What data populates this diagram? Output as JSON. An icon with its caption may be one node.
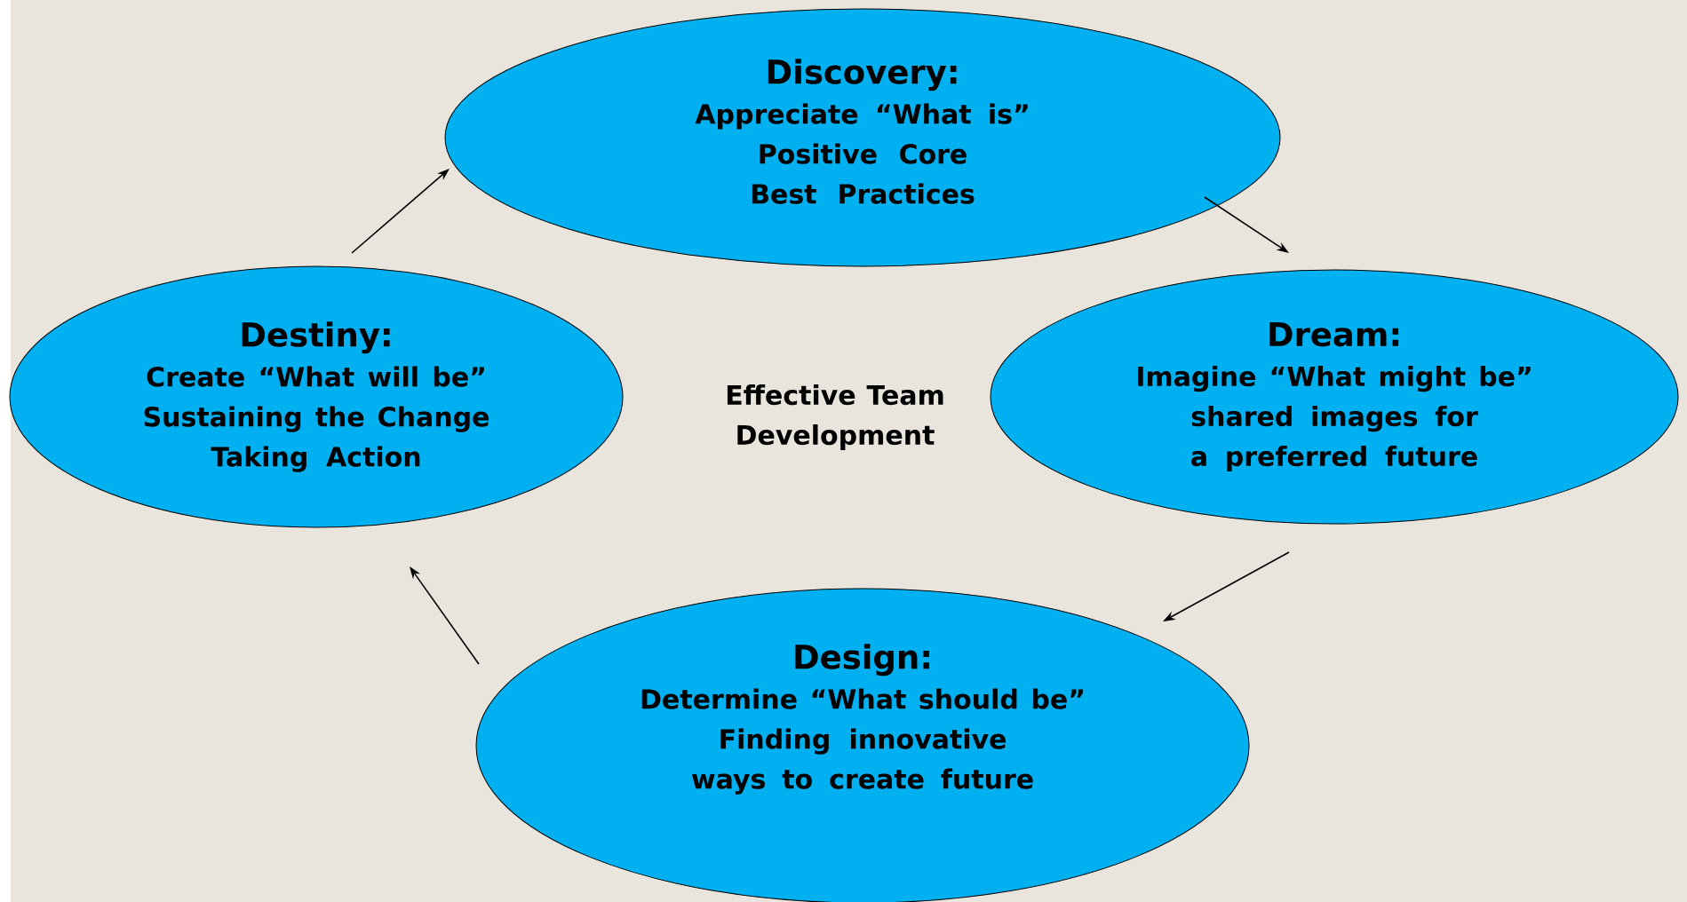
{
  "diagram": {
    "nodes": [
      {
        "text": [
          "Discovery:",
          "Appreciate “What is”",
          "Positive Core",
          "Best Practices"
        ]
      },
      {
        "text": [
          "Dream:",
          "Imagine “What might be”",
          "shared images for a preferred future"
        ]
      },
      {
        "text": [
          "Design:",
          "Determine “What should be”",
          "Finding innovative ways to create future"
        ]
      },
      {
        "text": [
          "Destiny:",
          "Create “What will be”",
          "Sustaining the Change",
          "Taking Action"
        ]
      }
    ],
    "edges": [
      {
        "from": 0,
        "to": 1,
        "arrow": "to"
      },
      {
        "from": 1,
        "to": 2,
        "arrow": "to"
      },
      {
        "from": 2,
        "to": 3,
        "arrow": "to"
      },
      {
        "from": 3,
        "to": 0,
        "arrow": "to"
      }
    ],
    "labels": [
      "Effective Team Development"
    ]
  }
}
